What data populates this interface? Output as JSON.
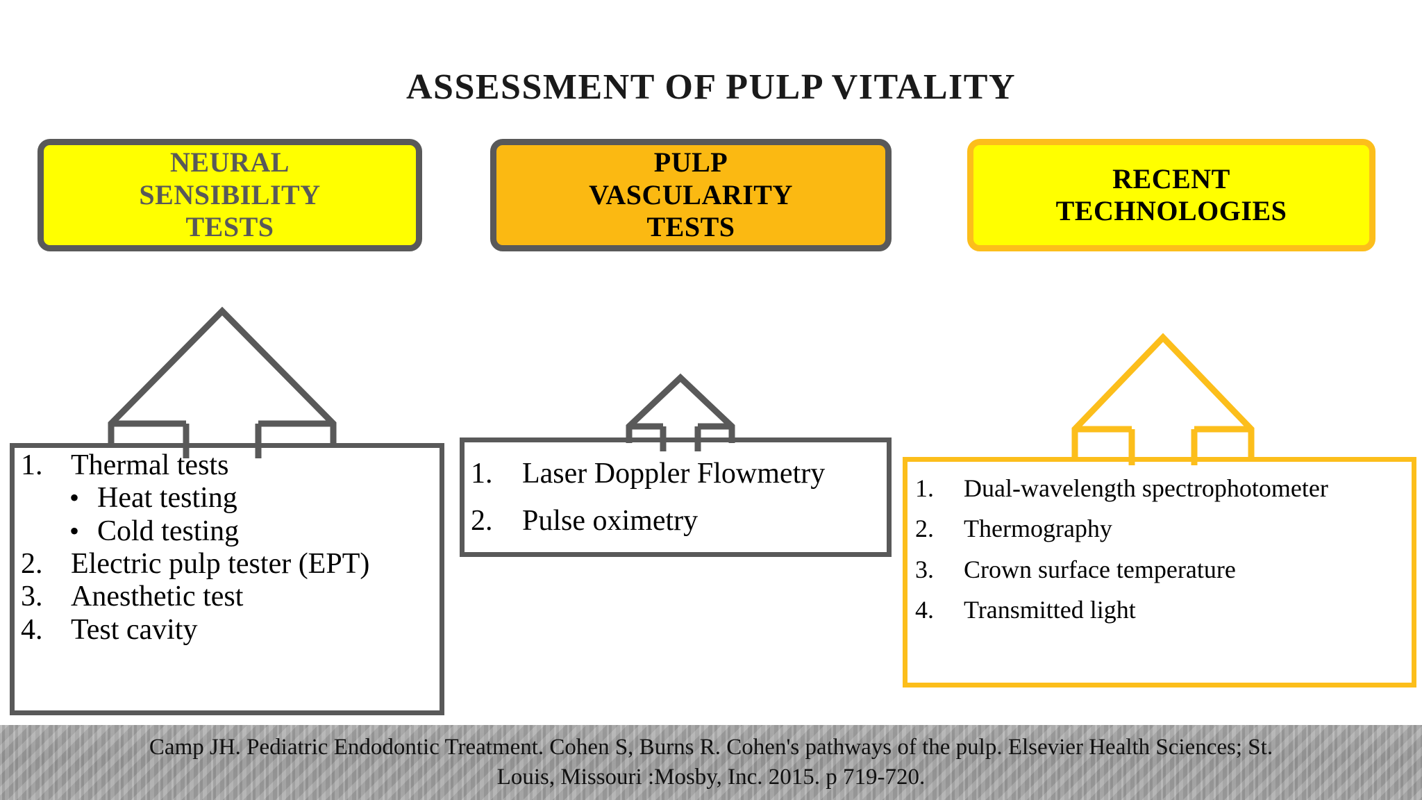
{
  "slide": {
    "title": "ASSESSMENT OF PULP VITALITY"
  },
  "columns": [
    {
      "header": {
        "label": "NEURAL\nSENSIBILITY\nTESTS",
        "fill": "#ffff00",
        "border": "#595959",
        "text_color": "#595959"
      },
      "arrow": {
        "name": "up-arrow-neural",
        "color": "#595959"
      },
      "items": [
        {
          "num": "1.",
          "text": "Thermal tests"
        },
        {
          "bullet": "•",
          "text": "Heat testing"
        },
        {
          "bullet": "•",
          "text": "Cold testing"
        },
        {
          "num": "2.",
          "text": "Electric pulp tester (EPT)"
        },
        {
          "num": "3.",
          "text": "Anesthetic test"
        },
        {
          "num": "4.",
          "text": "Test cavity"
        }
      ]
    },
    {
      "header": {
        "label": "PULP\nVASCULARITY\nTESTS",
        "fill": "#fbb912",
        "border": "#595959",
        "text_color": "#000000"
      },
      "arrow": {
        "name": "up-arrow-vascularity",
        "color": "#595959"
      },
      "items": [
        {
          "num": "1.",
          "text": "Laser Doppler Flowmetry"
        },
        {
          "num": "2.",
          "text": "Pulse oximetry"
        }
      ]
    },
    {
      "header": {
        "label": "RECENT\nTECHNOLOGIES",
        "fill": "#ffff00",
        "border": "#fcbe1b",
        "text_color": "#000000"
      },
      "arrow": {
        "name": "up-arrow-recent",
        "color": "#fcbe1b"
      },
      "items": [
        {
          "num": "1.",
          "text": "Dual-wavelength spectrophotometer"
        },
        {
          "num": "2.",
          "text": "Thermography"
        },
        {
          "num": "3.",
          "text": "Crown surface temperature"
        },
        {
          "num": "4.",
          "text": "Transmitted light"
        }
      ]
    }
  ],
  "citation": {
    "line1": "Camp JH. Pediatric Endodontic Treatment. Cohen S, Burns R. Cohen's pathways of the pulp. Elsevier Health Sciences; St.",
    "line2": "Louis, Missouri :Mosby, Inc. 2015. p 719-720."
  }
}
